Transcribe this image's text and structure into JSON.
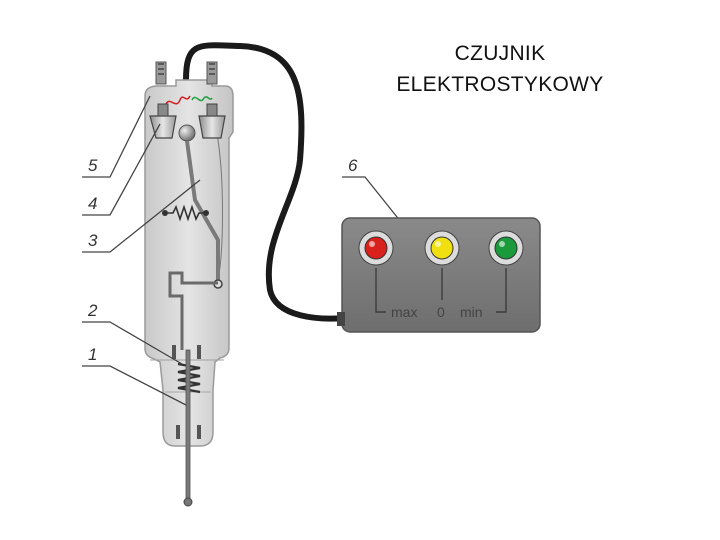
{
  "title": {
    "line1": "CZUJNIK",
    "line2": "ELEKTROSTYKOWY"
  },
  "callouts": [
    "5",
    "4",
    "3",
    "2",
    "1",
    "6"
  ],
  "indicator_panel": {
    "lamps": [
      {
        "color_name": "red",
        "color": "#d8201c"
      },
      {
        "color_name": "yellow",
        "color": "#f0e010"
      },
      {
        "color_name": "green",
        "color": "#1a9a3a"
      }
    ],
    "scale_labels": [
      "max",
      "0",
      "min"
    ]
  }
}
